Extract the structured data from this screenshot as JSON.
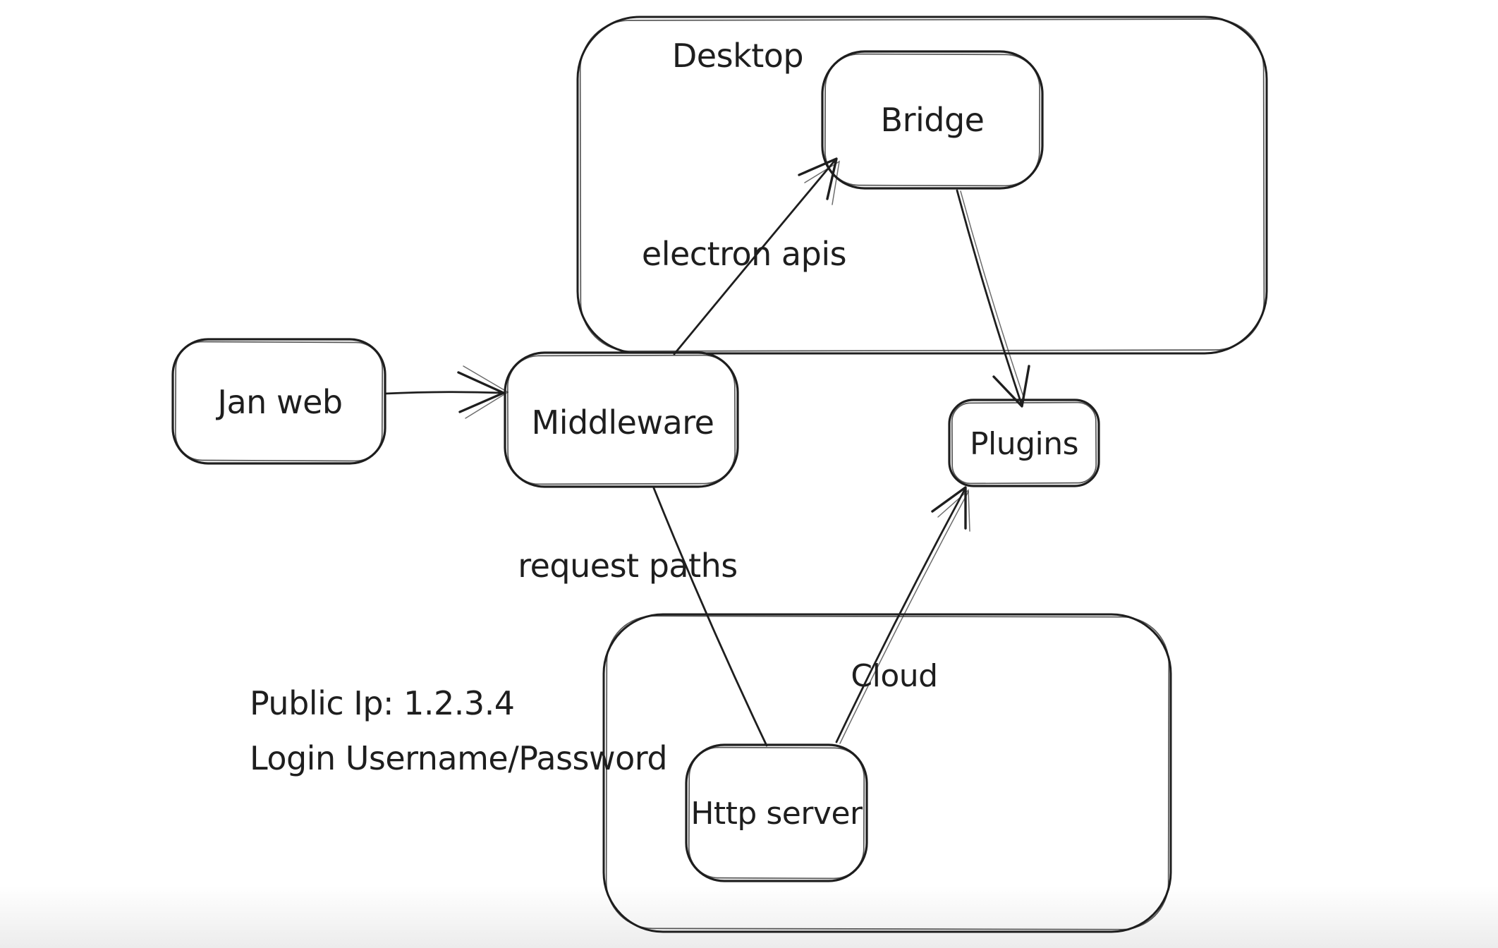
{
  "canvas": {
    "background": "#ffffff",
    "bottom_fade": "#ececec",
    "stroke_color": "#1e1e1e"
  },
  "containers": [
    {
      "label": "Desktop"
    },
    {
      "label": "Cloud"
    }
  ],
  "nodes": [
    {
      "label": "Jan web"
    },
    {
      "label": "Middleware"
    },
    {
      "label": "Bridge"
    },
    {
      "label": "Plugins"
    },
    {
      "label": "Http server"
    }
  ],
  "edges": [
    {
      "from": "Jan web",
      "to": "Middleware",
      "label": ""
    },
    {
      "from": "Middleware",
      "to": "Bridge",
      "label": "electron apis"
    },
    {
      "from": "Bridge",
      "to": "Plugins",
      "label": ""
    },
    {
      "from": "Middleware",
      "to": "Http server",
      "label": "request paths"
    },
    {
      "from": "Http server",
      "to": "Plugins",
      "label": ""
    }
  ],
  "annotations": {
    "public_ip": "Public Ip: 1.2.3.4",
    "login": "Login Username/Password"
  }
}
